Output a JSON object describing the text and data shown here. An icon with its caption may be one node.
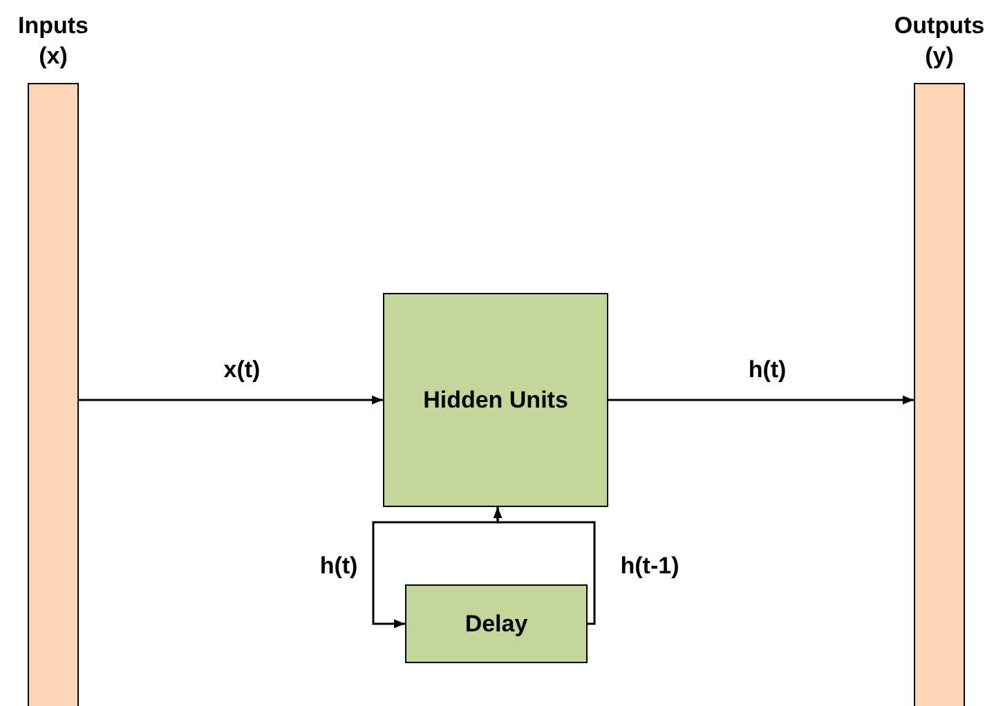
{
  "diagram": {
    "nodes": [
      {
        "text": [
          "Inputs (x)"
        ]
      },
      {
        "text": [
          "Hidden Units"
        ]
      },
      {
        "text": [
          "Delay"
        ]
      },
      {
        "text": [
          "Outputs (y)"
        ]
      }
    ],
    "edges": [
      {
        "from": 0,
        "to": 1,
        "arrow": "to",
        "label": "x(t)"
      },
      {
        "from": 1,
        "to": 3,
        "arrow": "to",
        "label": "h(t)"
      },
      {
        "from": 2,
        "to": 1,
        "arrow": "to",
        "label": "h(t-1)"
      },
      {
        "from": 1,
        "to": 2,
        "arrow": "to",
        "label": "h(t)"
      }
    ]
  }
}
